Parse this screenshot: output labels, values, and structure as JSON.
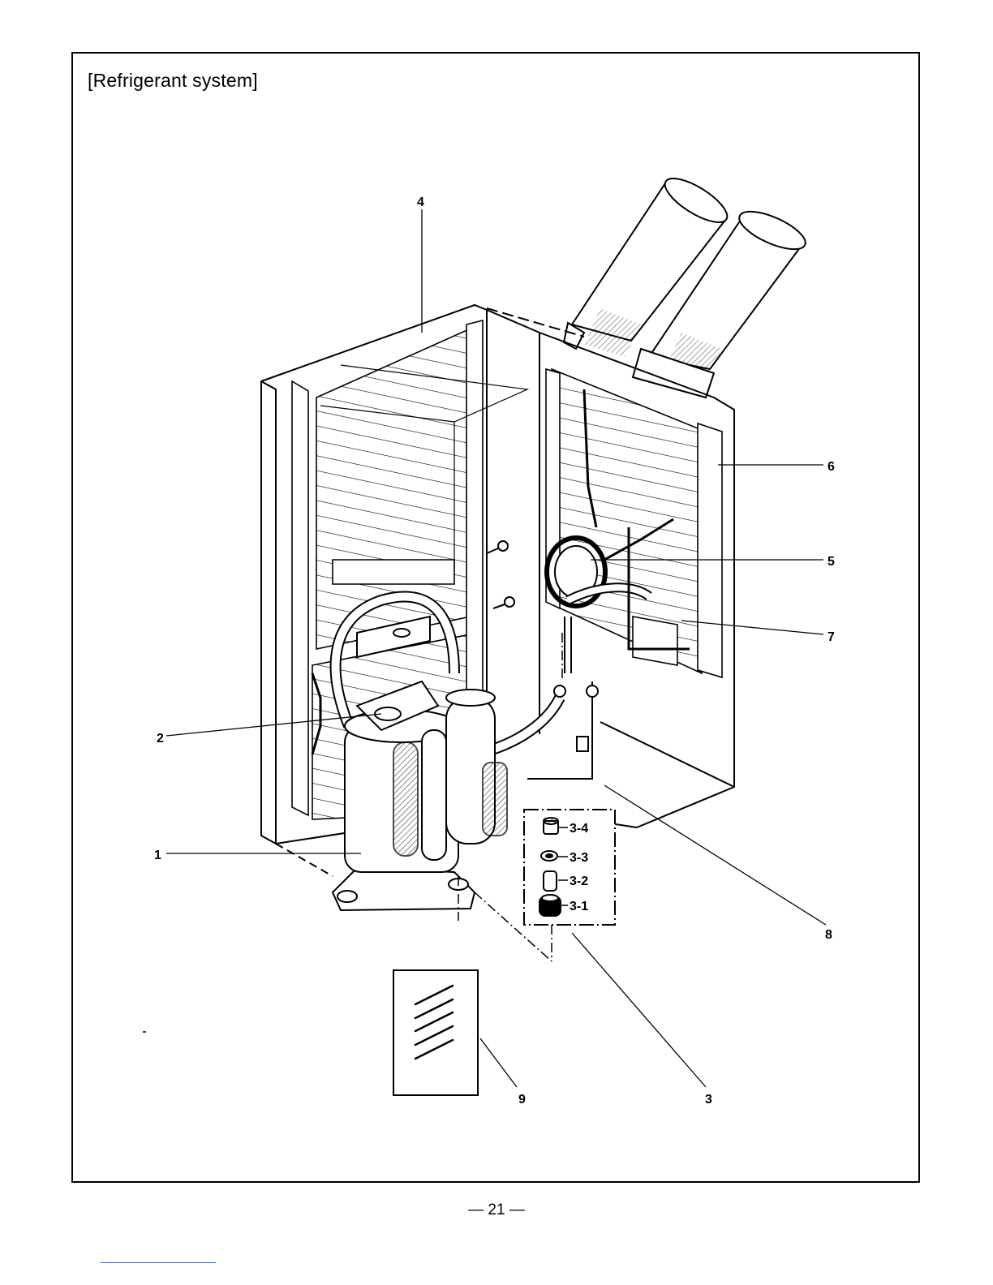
{
  "title": "[Refrigerant  system]",
  "callouts": {
    "c1": "1",
    "c2": "2",
    "c3": "3",
    "c4": "4",
    "c5": "5",
    "c6": "6",
    "c7": "7",
    "c8": "8",
    "c9": "9"
  },
  "subparts": {
    "s34": "3-4",
    "s33": "3-3",
    "s32": "3-2",
    "s31": "3-1"
  },
  "page_number": "— 21 —"
}
